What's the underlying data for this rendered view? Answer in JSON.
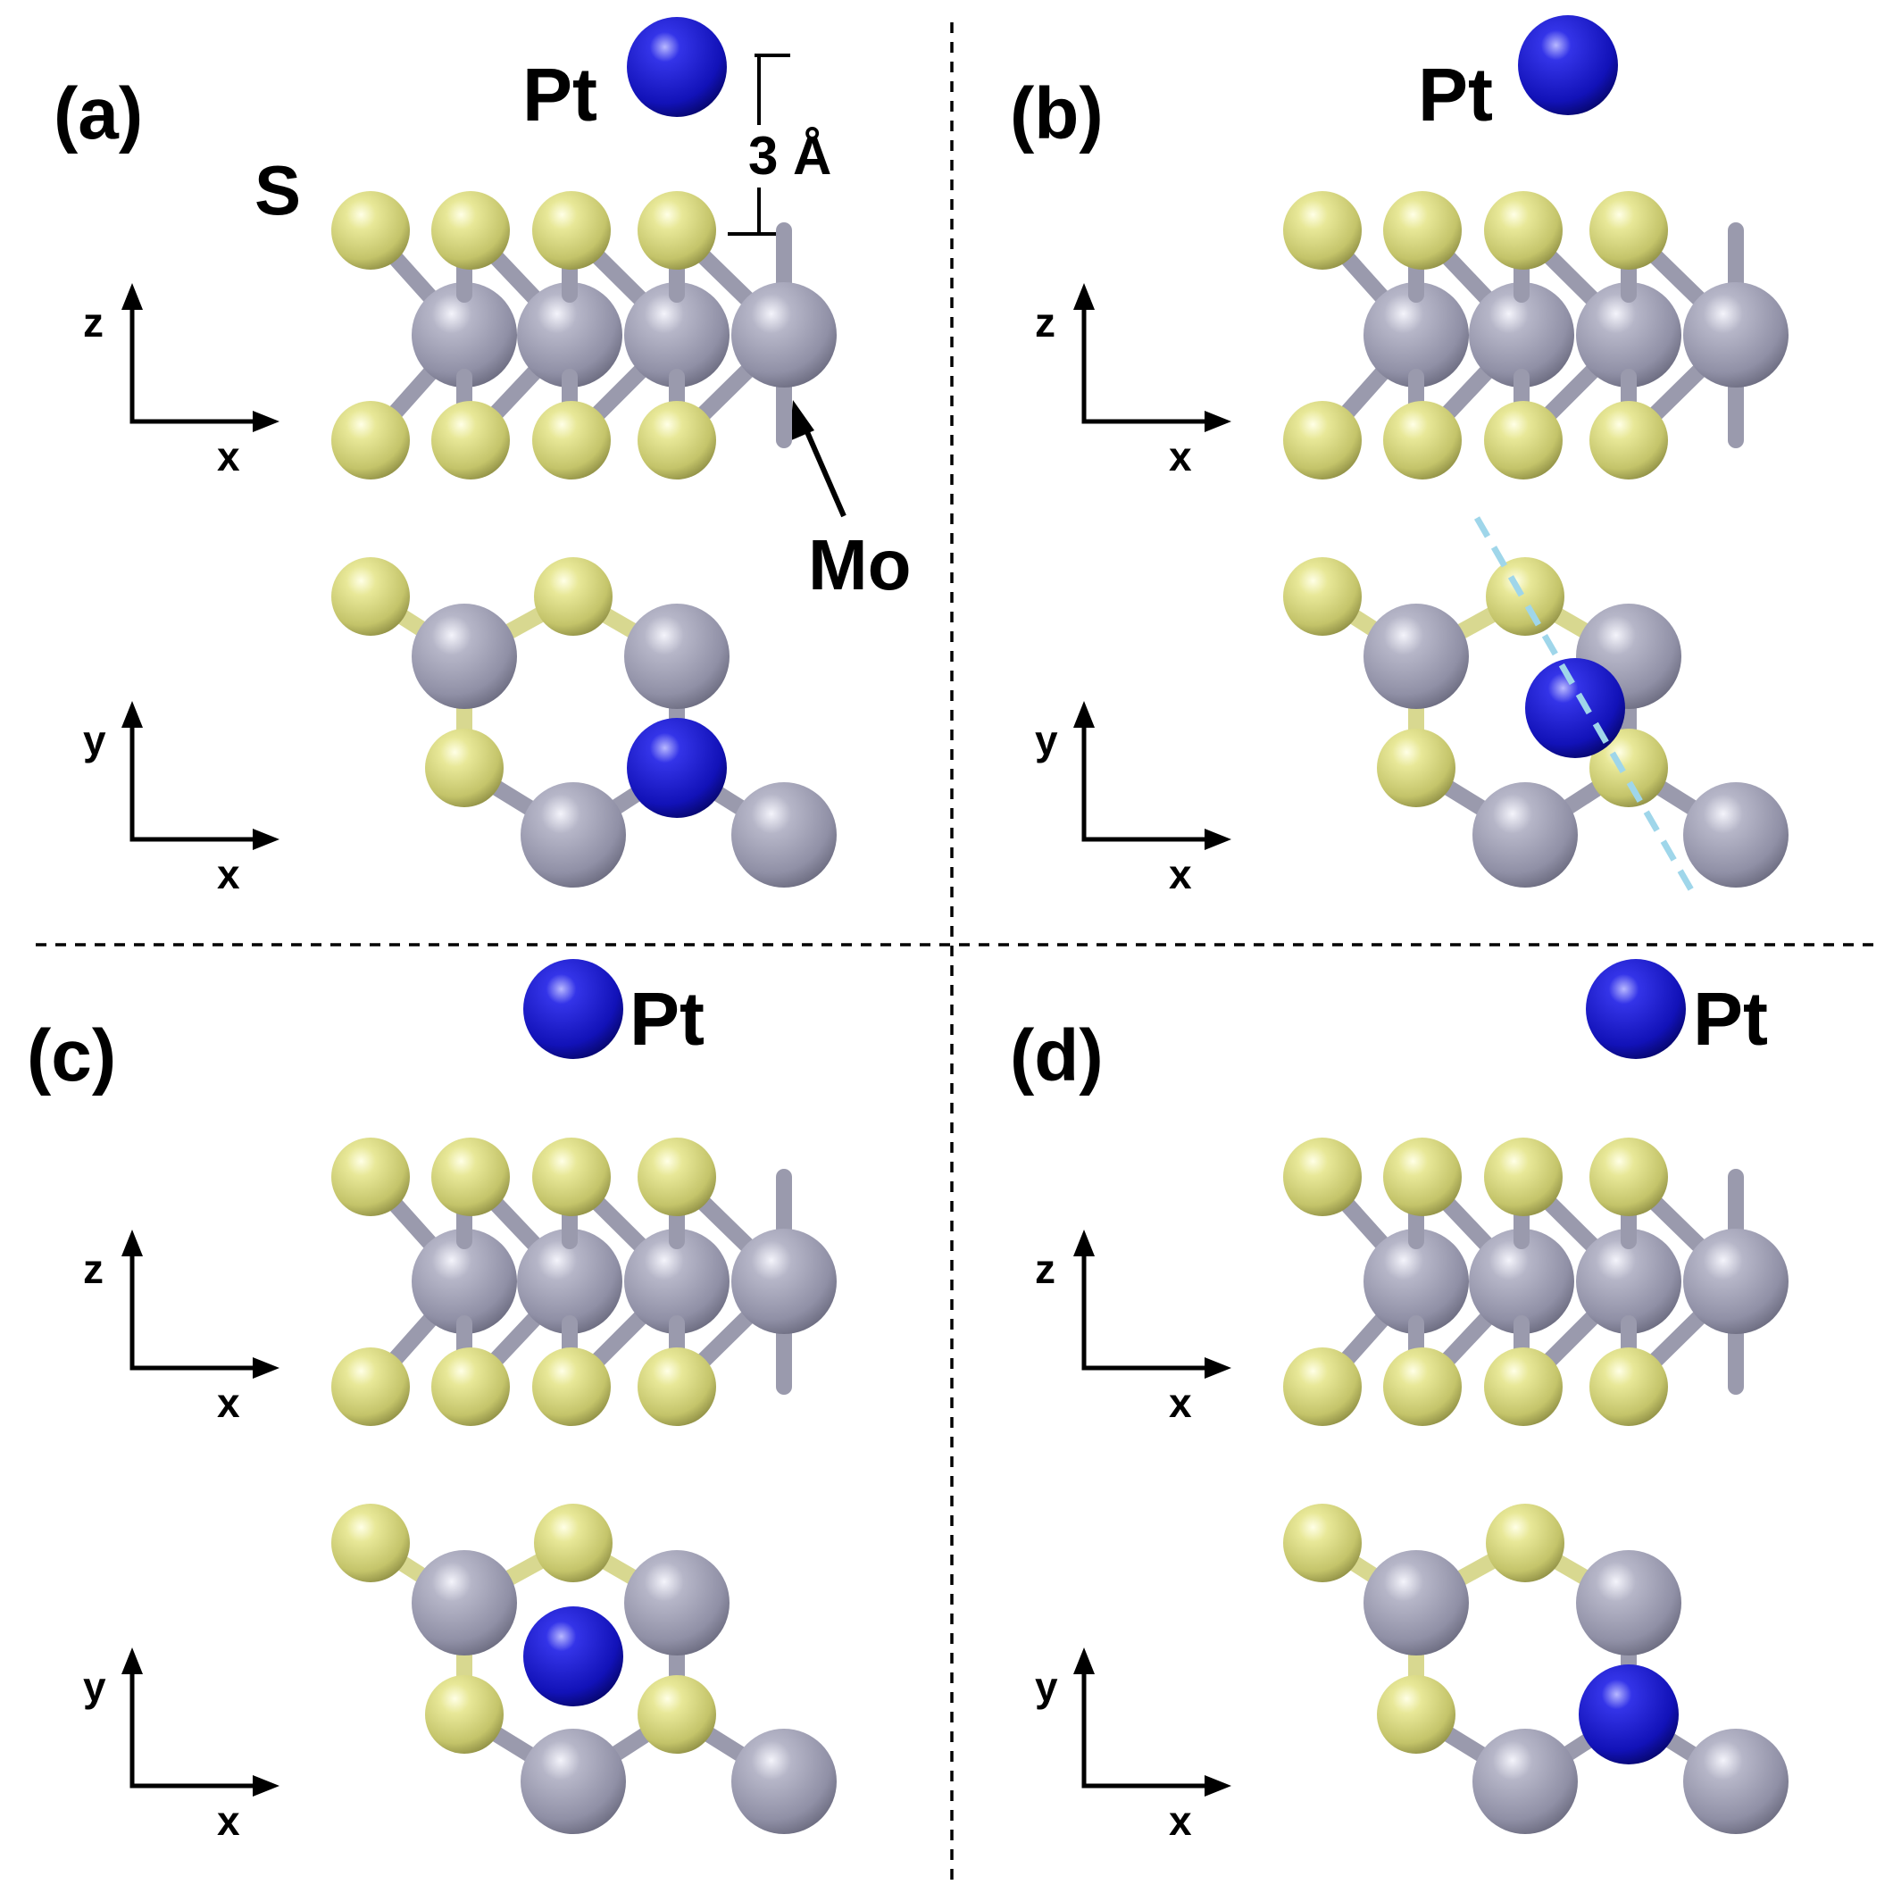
{
  "panels": [
    {
      "id": "a",
      "label": "(a)",
      "pt_label": "Pt",
      "side_view": {
        "axes": [
          "x",
          "z"
        ]
      },
      "top_view": {
        "axes": [
          "x",
          "y"
        ]
      }
    },
    {
      "id": "b",
      "label": "(b)",
      "pt_label": "Pt",
      "side_view": {
        "axes": [
          "x",
          "z"
        ]
      },
      "top_view": {
        "axes": [
          "x",
          "y"
        ]
      }
    },
    {
      "id": "c",
      "label": "(c)",
      "pt_label": "Pt",
      "side_view": {
        "axes": [
          "x",
          "z"
        ]
      },
      "top_view": {
        "axes": [
          "x",
          "y"
        ]
      }
    },
    {
      "id": "d",
      "label": "(d)",
      "pt_label": "Pt",
      "side_view": {
        "axes": [
          "x",
          "z"
        ]
      },
      "top_view": {
        "axes": [
          "x",
          "y"
        ]
      }
    }
  ],
  "annotations": {
    "sulfur_label": "S",
    "molybdenum_label": "Mo",
    "height_scale": "3 Å"
  },
  "colors": {
    "pt": "#1a1ac8",
    "mo": "#9a9aad",
    "s": "#d3d37a",
    "guide_line": "#9fd6ea"
  }
}
